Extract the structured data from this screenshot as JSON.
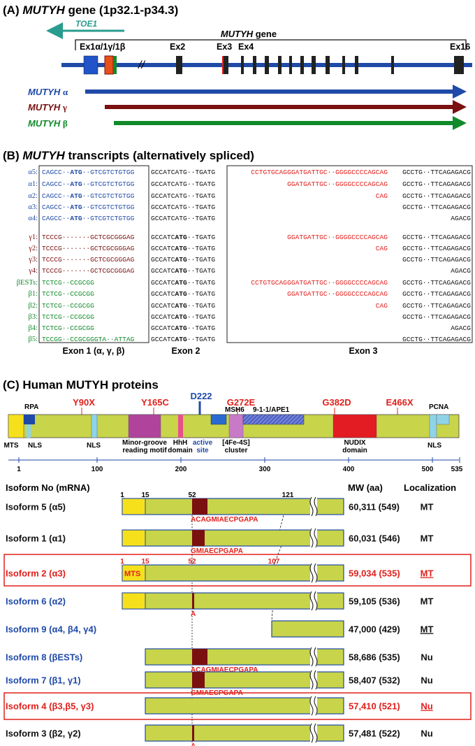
{
  "panel_a": {
    "title_prefix": "(A) ",
    "title_gene": "MUTYH",
    "title_rest": " gene (1p32.1-p34.3)",
    "toe1": "TOE1",
    "gene_label_italic": "MUTYH",
    "gene_label_rest": " gene",
    "exon_labels": [
      "Ex1α/1γ/1β",
      "Ex2",
      "Ex3",
      "Ex4",
      "Ex16"
    ],
    "break_mark": "//",
    "transcripts": [
      {
        "name": "MUTYH",
        "greek": "α",
        "color": "#1f4aa8"
      },
      {
        "name": "MUTYH",
        "greek": "γ",
        "color": "#7a1010"
      },
      {
        "name": "MUTYH",
        "greek": "β",
        "color": "#118a2a"
      }
    ]
  },
  "panel_b": {
    "title_prefix": "(B) ",
    "title_gene": "MUTYH",
    "title_rest": " transcripts (alternatively spliced)",
    "exon_labels": [
      "Exon 1 (α, γ, β)",
      "Exon 2",
      "Exon 3"
    ],
    "rows": [
      {
        "id": "α5:",
        "color": "#1f4aa8",
        "e1": "CAGCC··ATG··GTCGTCTGTGG",
        "e2": "GCCATCATG··TGATG",
        "e3a": "CCTGTGCAGGGATGATTGC··GGGGCCCCAGCAG",
        "e3b": "GCCTG··TTCAGAGACG"
      },
      {
        "id": "α1:",
        "color": "#1f4aa8",
        "e1": "CAGCC··ATG··GTCGTCTGTGG",
        "e2": "GCCATCATG··TGATG",
        "e3a": "GGATGATTGC··GGGGCCCCAGCAG",
        "e3b": "GCCTG··TTCAGAGACG"
      },
      {
        "id": "α2:",
        "color": "#1f4aa8",
        "e1": "CAGCC··ATG··GTCGTCTGTGG",
        "e2": "GCCATCATG··TGATG",
        "e3a": "CAG",
        "e3b": "GCCTG··TTCAGAGACG"
      },
      {
        "id": "α3:",
        "color": "#1f4aa8",
        "e1": "CAGCC··ATG··GTCGTCTGTGG",
        "e2": "GCCATCATG··TGATG",
        "e3a": "",
        "e3b": "GCCTG··TTCAGAGACG"
      },
      {
        "id": "α4:",
        "color": "#1f4aa8",
        "e1": "CAGCC··ATG··GTCGTCTGTGG",
        "e2": "GCCATCATG··TGATG",
        "e3a": "",
        "e3b": "AGACG"
      },
      {
        "id": "γ1:",
        "color": "#7a1010",
        "e1": "TCCCG·······GCTCGCGGGAG",
        "e2": "GCCATCATG··TGATG",
        "e3a": "GGATGATTGC··GGGGCCCCAGCAG",
        "e3b": "GCCTG··TTCAGAGACG"
      },
      {
        "id": "γ2:",
        "color": "#7a1010",
        "e1": "TCCCG·······GCTCGCGGGAG",
        "e2": "GCCATCATG··TGATG",
        "e3a": "CAG",
        "e3b": "GCCTG··TTCAGAGACG"
      },
      {
        "id": "γ3:",
        "color": "#7a1010",
        "e1": "TCCCG·······GCTCGCGGGAG",
        "e2": "GCCATCATG··TGATG",
        "e3a": "",
        "e3b": "GCCTG··TTCAGAGACG"
      },
      {
        "id": "γ4:",
        "color": "#7a1010",
        "e1": "TCCCG·······GCTCGCGGGAG",
        "e2": "GCCATCATG··TGATG",
        "e3a": "",
        "e3b": "AGACG"
      },
      {
        "id": "βESTs:",
        "color": "#118a2a",
        "e1": "TCTCG··CCGCGG",
        "e2": "GCCATCATG··TGATG",
        "e3a": "CCTGTGCAGGGATGATTGC··GGGGCCCCAGCAG",
        "e3b": "GCCTG··TTCAGAGACG"
      },
      {
        "id": "β1:",
        "color": "#118a2a",
        "e1": "TCTCG··CCGCGG",
        "e2": "GCCATCATG··TGATG",
        "e3a": "GGATGATTGC··GGGGCCCCAGCAG",
        "e3b": "GCCTG··TTCAGAGACG"
      },
      {
        "id": "β2:",
        "color": "#118a2a",
        "e1": "TCTCG··CCGCGG",
        "e2": "GCCATCATG··TGATG",
        "e3a": "CAG",
        "e3b": "GCCTG··TTCAGAGACG"
      },
      {
        "id": "β3:",
        "color": "#118a2a",
        "e1": "TCTCG··CCGCGG",
        "e2": "GCCATCATG··TGATG",
        "e3a": "",
        "e3b": "GCCTG··TTCAGAGACG"
      },
      {
        "id": "β4:",
        "color": "#118a2a",
        "e1": "TCTCG··CCGCGG",
        "e2": "GCCATCATG··TGATG",
        "e3a": "",
        "e3b": "AGACG"
      },
      {
        "id": "β5:",
        "color": "#118a2a",
        "e1": "TCCGG··CCGCGGGTA··ATTAG",
        "e2": "GCCATCATG··TGATG",
        "e3a": "",
        "e3b": "GCCTG··TTCAGAGACG"
      }
    ]
  },
  "panel_c": {
    "title": "(C) Human MUTYH proteins",
    "mutations": [
      "Y90X",
      "Y165C",
      "G272E",
      "G382D",
      "E466X"
    ],
    "active_residue": "D222",
    "domain_labels": {
      "rpa": "RPA",
      "mts": "MTS",
      "nls": "NLS",
      "minor_groove": "Minor-groove\nreading motif",
      "hhh": "HhH\ndomain",
      "active_site": "active\nsite",
      "msh6": "MSH6",
      "apE1": "9-1-1/APE1",
      "fes": "[4Fe-4S]\ncluster",
      "nudix": "NUDIX\ndomain",
      "pcna": "PCNA"
    },
    "scale_ticks": [
      "1",
      "100",
      "200",
      "300",
      "400",
      "500",
      "535"
    ],
    "headers": {
      "isoform": "Isoform No (mRNA)",
      "mw": "MW (aa)",
      "loc": "Localization"
    },
    "top_numbers": [
      "1",
      "15",
      "52",
      "121"
    ],
    "iso2_numbers": [
      "1",
      "15",
      "52",
      "107"
    ],
    "mts_label": "MTS",
    "isoforms": [
      {
        "name": "Isoform 5 (α5)",
        "mw": "60,311 (549)",
        "loc": "MT",
        "insert": "ACAGMIAECPGAPA",
        "color": "#111111"
      },
      {
        "name": "Isoform 1 (α1)",
        "mw": "60,031 (546)",
        "loc": "MT",
        "insert": "GMIAECPGAPA",
        "color": "#111111"
      },
      {
        "name": "Isoform 2 (α3)",
        "mw": "59,034 (535)",
        "loc": "MT",
        "insert": "",
        "color": "#e0201c"
      },
      {
        "name": "Isoform 6 (α2)",
        "mw": "59,105 (536)",
        "loc": "MT",
        "insert": "A",
        "color": "#1f4aa8"
      },
      {
        "name": "Isoform 9 (α4, β4, γ4)",
        "mw": "47,000 (429)",
        "loc": "MT",
        "insert": "",
        "color": "#1f4aa8"
      },
      {
        "name": "Isoform 8 (βESTs)",
        "mw": "58,686 (535)",
        "loc": "Nu",
        "insert": "ACAGMIAECPGAPA",
        "color": "#1f4aa8"
      },
      {
        "name": "Isoform 7 (β1, γ1)",
        "mw": "58,407 (532)",
        "loc": "Nu",
        "insert": "GMIAECPGAPA",
        "color": "#1f4aa8"
      },
      {
        "name": "Isoform 4 (β3,β5, γ3)",
        "mw": "57,410 (521)",
        "loc": "Nu",
        "insert": "",
        "color": "#e0201c"
      },
      {
        "name": "Isoform 3 (β2, γ2)",
        "mw": "57,481 (522)",
        "loc": "Nu",
        "insert": "A",
        "color": "#111111"
      }
    ]
  },
  "colors": {
    "protein": "#c8d44a",
    "mts": "#f6e01c",
    "insert": "#7a1010",
    "blue": "#1f4aa8",
    "red": "#e0201c",
    "green": "#118a2a",
    "teal": "#2a9b8f",
    "magenta": "#b0449c",
    "nudix": "#e31b23",
    "light_blue": "#8fd3e8"
  }
}
